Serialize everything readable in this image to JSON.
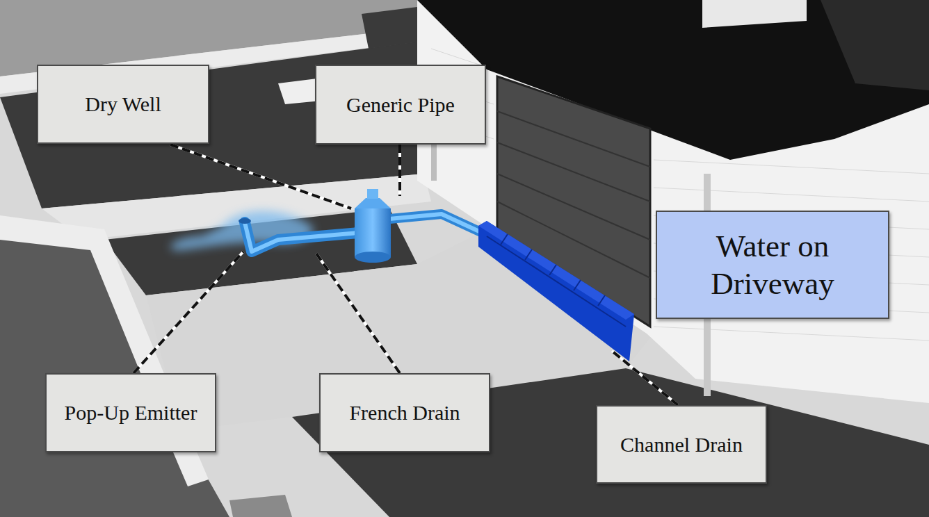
{
  "diagram": {
    "nodes": [
      {
        "text": [
          "Dry Well"
        ]
      },
      {
        "text": [
          "Generic Pipe"
        ]
      },
      {
        "text": [
          "Water on Driveway"
        ]
      },
      {
        "text": [
          "Pop-Up Emitter"
        ]
      },
      {
        "text": [
          "French Drain"
        ]
      },
      {
        "text": [
          "Channel Drain"
        ]
      }
    ]
  }
}
